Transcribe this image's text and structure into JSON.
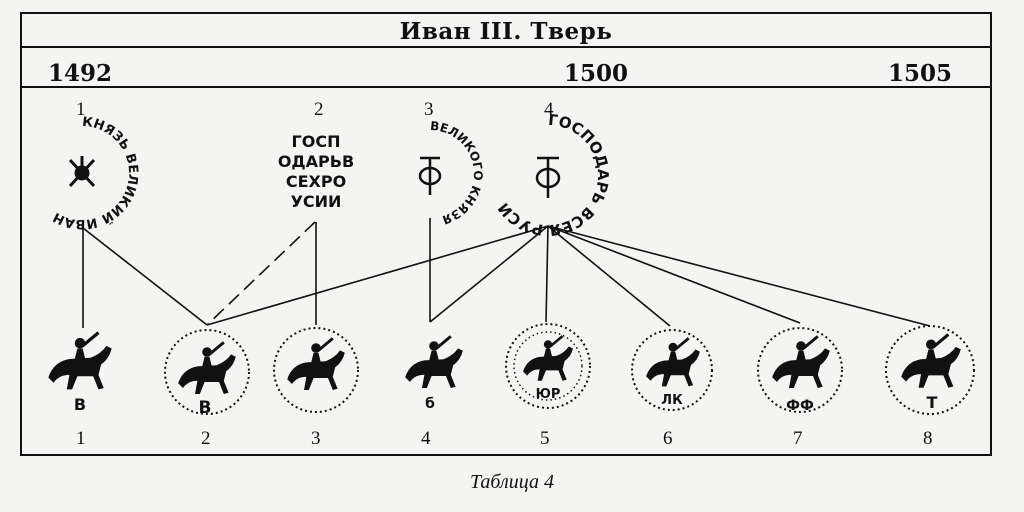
{
  "header": {
    "title": "Иван III.   Тверь"
  },
  "timeline": {
    "year_start": "1492",
    "year_mid": "1500",
    "year_end": "1505"
  },
  "seals": [
    {
      "number": "1",
      "legend": "КНЯЗЬ ВЕЛИКИЙ ИВАН"
    },
    {
      "number": "2",
      "legend_lines": [
        "ГОСП",
        "ОДАРЬВ",
        "СЕХРО",
        "УСИИ"
      ]
    },
    {
      "number": "3",
      "legend": "ВЕЛИКОГО КНЯЗЯ"
    },
    {
      "number": "4",
      "legend": "ГОСПОДАРЬ ВСЕЯ РУСИ"
    }
  ],
  "coins": [
    {
      "number": "1",
      "letter": "В"
    },
    {
      "number": "2",
      "letter": "В"
    },
    {
      "number": "3",
      "letter": ""
    },
    {
      "number": "4",
      "letter": "б"
    },
    {
      "number": "5",
      "letter": "ЮР"
    },
    {
      "number": "6",
      "letter": "ЛК"
    },
    {
      "number": "7",
      "letter": "ФФ"
    },
    {
      "number": "8",
      "letter": "Т"
    }
  ],
  "connections": [
    {
      "from_seal": "1",
      "to_coin": "1",
      "style": "solid"
    },
    {
      "from_seal": "1",
      "to_coin": "2",
      "style": "solid"
    },
    {
      "from_seal": "2",
      "to_coin": "2",
      "style": "dashed"
    },
    {
      "from_seal": "2",
      "to_coin": "3",
      "style": "solid"
    },
    {
      "from_seal": "3",
      "to_coin": "4",
      "style": "solid"
    },
    {
      "from_seal": "4",
      "to_coin": "2",
      "style": "solid"
    },
    {
      "from_seal": "4",
      "to_coin": "4",
      "style": "solid"
    },
    {
      "from_seal": "4",
      "to_coin": "5",
      "style": "solid"
    },
    {
      "from_seal": "4",
      "to_coin": "6",
      "style": "solid"
    },
    {
      "from_seal": "4",
      "to_coin": "7",
      "style": "solid"
    },
    {
      "from_seal": "4",
      "to_coin": "8",
      "style": "solid"
    }
  ],
  "caption": "Таблица  4"
}
